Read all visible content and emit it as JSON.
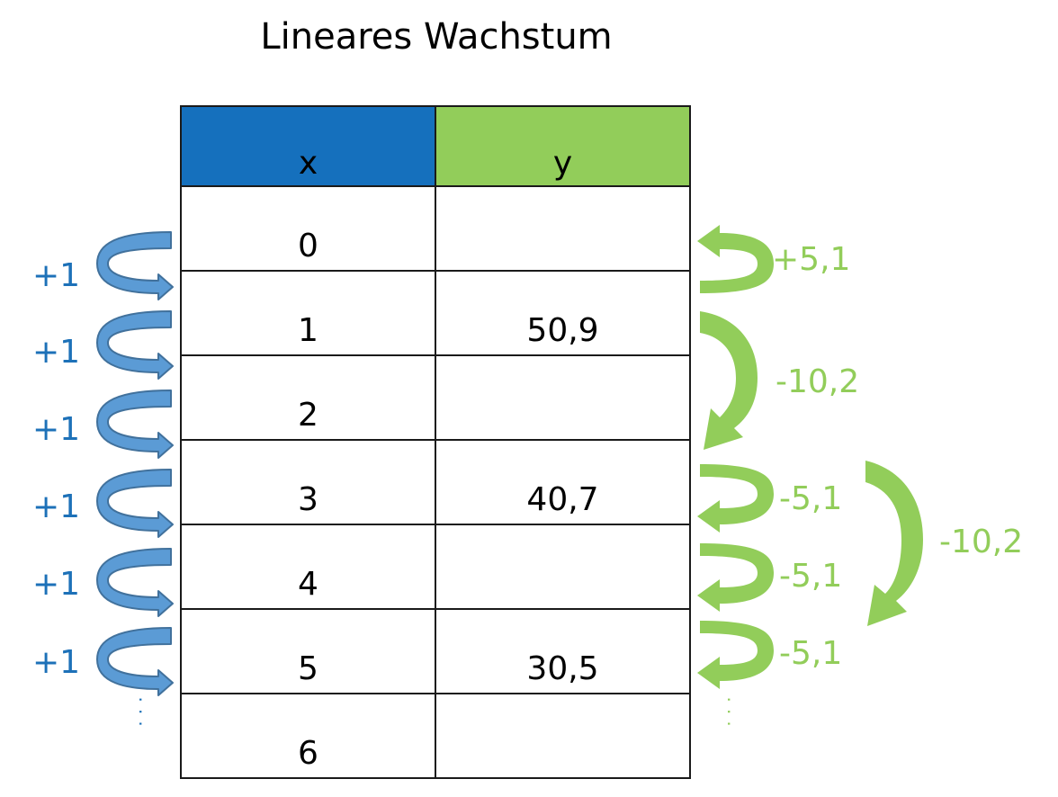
{
  "title": "Lineares Wachstum",
  "table": {
    "headers": [
      "x",
      "y"
    ],
    "rows": [
      {
        "x": "0",
        "y": ""
      },
      {
        "x": "1",
        "y": "50,9"
      },
      {
        "x": "2",
        "y": ""
      },
      {
        "x": "3",
        "y": "40,7"
      },
      {
        "x": "4",
        "y": ""
      },
      {
        "x": "5",
        "y": "30,5"
      },
      {
        "x": "6",
        "y": ""
      }
    ],
    "continuation": "· · ·"
  },
  "x_steps": [
    "+1",
    "+1",
    "+1",
    "+1",
    "+1",
    "+1"
  ],
  "y_steps": {
    "step_0_1": "+5,1",
    "step_1_3": "-10,2",
    "step_3_4": "-5,1",
    "step_4_5": "-5,1",
    "step_5_6": "-5,1",
    "step_3_5": "-10,2"
  },
  "colors": {
    "x_header": "#1570bd",
    "y_header": "#92cd5a",
    "x_arrow": "#5b9bd5",
    "x_arrow_outline": "#41719c",
    "x_label": "#1d71b8",
    "y_arrow": "#92cd5a",
    "y_label": "#92cd5a"
  }
}
